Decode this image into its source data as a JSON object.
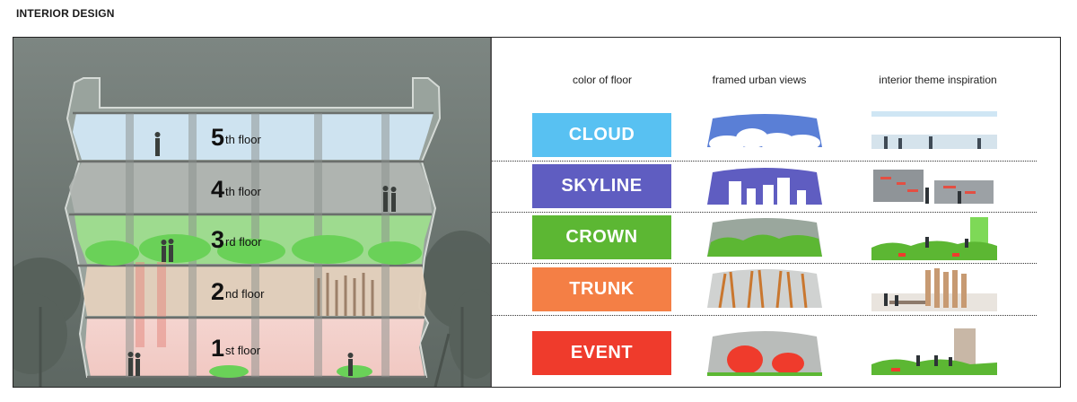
{
  "page_title": "INTERIOR DESIGN",
  "columns": {
    "color": "color of  floor",
    "views": "framed urban views",
    "inspiration": "interior theme inspiration"
  },
  "floors": [
    {
      "num": "5",
      "suffix": "th floor",
      "theme": "CLOUD",
      "color": "#58c1f2"
    },
    {
      "num": "4",
      "suffix": "th floor",
      "theme": "SKYLINE",
      "color": "#5f5dc1"
    },
    {
      "num": "3",
      "suffix": "rd floor",
      "theme": "CROWN",
      "color": "#5cb733"
    },
    {
      "num": "2",
      "suffix": "nd floor",
      "theme": "TRUNK",
      "color": "#f47f45"
    },
    {
      "num": "1",
      "suffix": "st floor",
      "theme": "EVENT",
      "color": "#ef3b2c"
    }
  ]
}
